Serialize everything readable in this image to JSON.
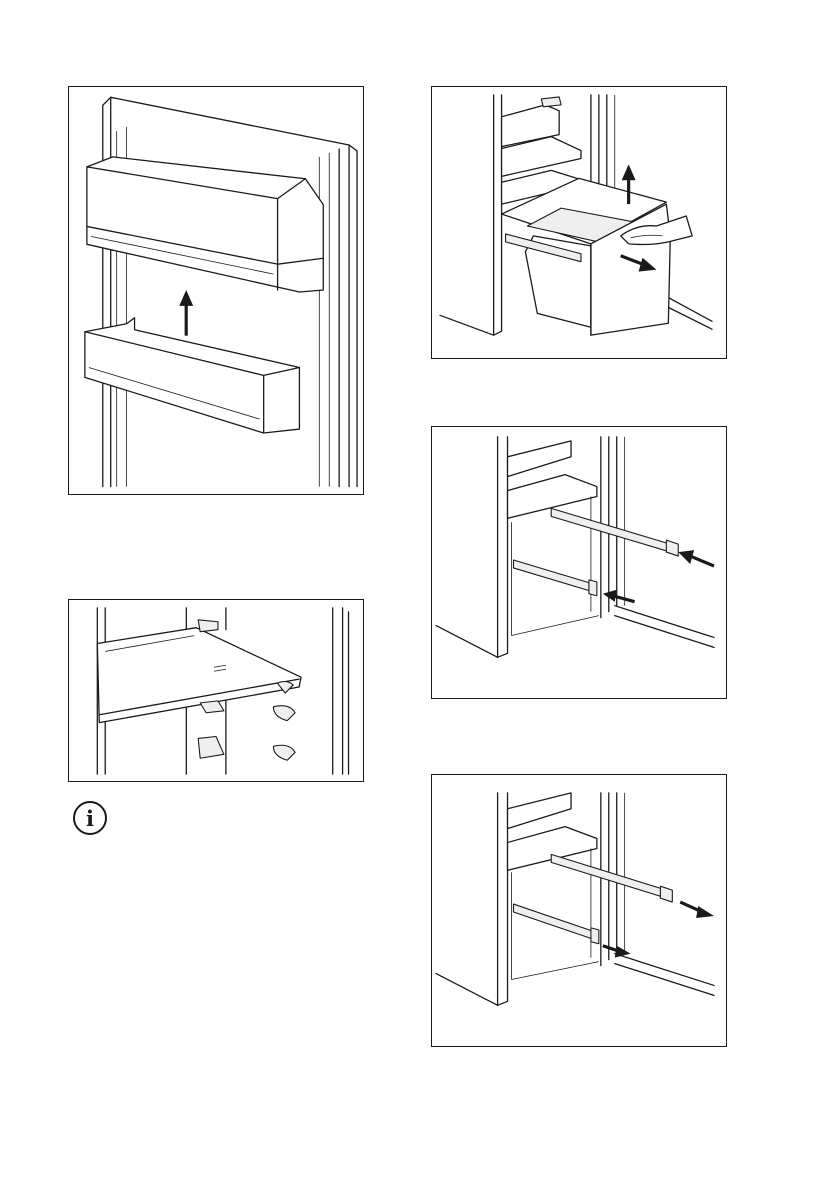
{
  "figures": [
    {
      "id": "door-bins",
      "arrow_direction": "up"
    },
    {
      "id": "glass-shelf"
    },
    {
      "id": "drawer",
      "arrow_directions": [
        "up",
        "out"
      ]
    },
    {
      "id": "rails-in",
      "arrow_directions": [
        "in",
        "in"
      ]
    },
    {
      "id": "rails-out",
      "arrow_directions": [
        "out",
        "out"
      ]
    }
  ],
  "info_icon": {
    "glyph": "i",
    "icon": "info-icon"
  }
}
